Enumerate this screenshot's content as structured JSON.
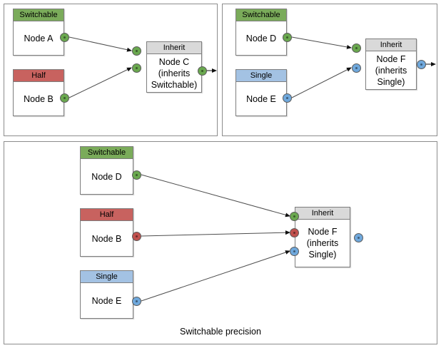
{
  "caption": "Switchable precision",
  "colors": {
    "switchable": "#7aab5a",
    "half": "#c8625f",
    "single": "#a3c2e3",
    "inherit": "#d9d9d9",
    "port_green": "#6aa84f",
    "port_red": "#c0504d",
    "port_blue": "#6fa8dc",
    "panel_border": "#8c8c8c",
    "node_border": "#7d7d7d",
    "edge": "#4d4d4d",
    "background": "#ffffff"
  },
  "panels": [
    {
      "id": "panel-top-left",
      "nodes": [
        {
          "id": "a",
          "header": "Switchable",
          "body": "Node A"
        },
        {
          "id": "b",
          "header": "Half",
          "body": "Node B"
        },
        {
          "id": "c",
          "header": "Inherit",
          "body": "Node C\n(inherits\nSwitchable)"
        }
      ],
      "ports": [
        {
          "id": "a-out",
          "type": "green"
        },
        {
          "id": "b-out",
          "type": "green"
        },
        {
          "id": "c-in-1",
          "type": "green"
        },
        {
          "id": "c-in-2",
          "type": "green"
        },
        {
          "id": "c-out",
          "type": "green"
        }
      ],
      "edges": [
        {
          "from": "a-out",
          "to": "c-in-1"
        },
        {
          "from": "b-out",
          "to": "c-in-2"
        },
        {
          "from": "c-out",
          "to": "open"
        }
      ]
    },
    {
      "id": "panel-top-right",
      "nodes": [
        {
          "id": "d",
          "header": "Switchable",
          "body": "Node D"
        },
        {
          "id": "e",
          "header": "Single",
          "body": "Node E"
        },
        {
          "id": "f",
          "header": "Inherit",
          "body": "Node F\n(inherits\nSingle)"
        }
      ],
      "ports": [
        {
          "id": "d-out",
          "type": "green"
        },
        {
          "id": "e-out",
          "type": "blue"
        },
        {
          "id": "f-in-1",
          "type": "green"
        },
        {
          "id": "f-in-2",
          "type": "blue"
        },
        {
          "id": "f-out",
          "type": "blue"
        }
      ],
      "edges": [
        {
          "from": "d-out",
          "to": "f-in-1"
        },
        {
          "from": "e-out",
          "to": "f-in-2"
        },
        {
          "from": "f-out",
          "to": "open"
        }
      ]
    },
    {
      "id": "panel-bottom",
      "nodes": [
        {
          "id": "d2",
          "header": "Switchable",
          "body": "Node D"
        },
        {
          "id": "b2",
          "header": "Half",
          "body": "Node B"
        },
        {
          "id": "e2",
          "header": "Single",
          "body": "Node E"
        },
        {
          "id": "f2",
          "header": "Inherit",
          "body": "Node F\n(inherits\nSingle)"
        }
      ],
      "ports": [
        {
          "id": "d2-out",
          "type": "green"
        },
        {
          "id": "b2-out",
          "type": "red"
        },
        {
          "id": "e2-out",
          "type": "blue"
        },
        {
          "id": "f2-in-1",
          "type": "green"
        },
        {
          "id": "f2-in-2",
          "type": "red"
        },
        {
          "id": "f2-in-3",
          "type": "blue"
        },
        {
          "id": "f2-out",
          "type": "blue"
        }
      ],
      "edges": [
        {
          "from": "d2-out",
          "to": "f2-in-1"
        },
        {
          "from": "b2-out",
          "to": "f2-in-2"
        },
        {
          "from": "e2-out",
          "to": "f2-in-3"
        }
      ]
    }
  ],
  "labels": {
    "switchable": "Switchable",
    "half": "Half",
    "single": "Single",
    "inherit": "Inherit",
    "node_a": "Node A",
    "node_b": "Node B",
    "node_c": "Node C\n(inherits\nSwitchable)",
    "node_d": "Node D",
    "node_e": "Node E",
    "node_f": "Node F\n(inherits\nSingle)"
  }
}
